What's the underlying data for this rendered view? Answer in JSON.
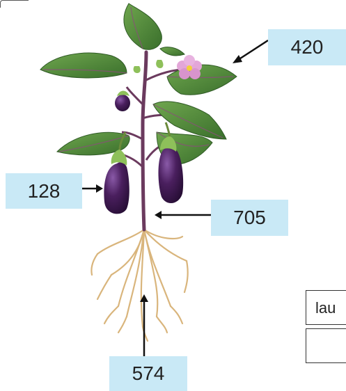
{
  "labels": {
    "flower_label": "420",
    "fruit_label": "128",
    "stem_label": "705",
    "root_label": "574"
  },
  "answer_boxes": {
    "box1_text": "lau",
    "box2_text": ""
  },
  "colors": {
    "label_bg": "#c9e9f6",
    "leaf": "#4f8a3c",
    "leaf_vein": "#8a4f7a",
    "stem": "#6b3a5e",
    "eggplant": "#4a1f5e",
    "calyx": "#8ec05a",
    "flower": "#e3a6d8",
    "root": "#d9b57c"
  },
  "icons": [
    "eggplant-plant-illustration",
    "arrow-icon"
  ]
}
